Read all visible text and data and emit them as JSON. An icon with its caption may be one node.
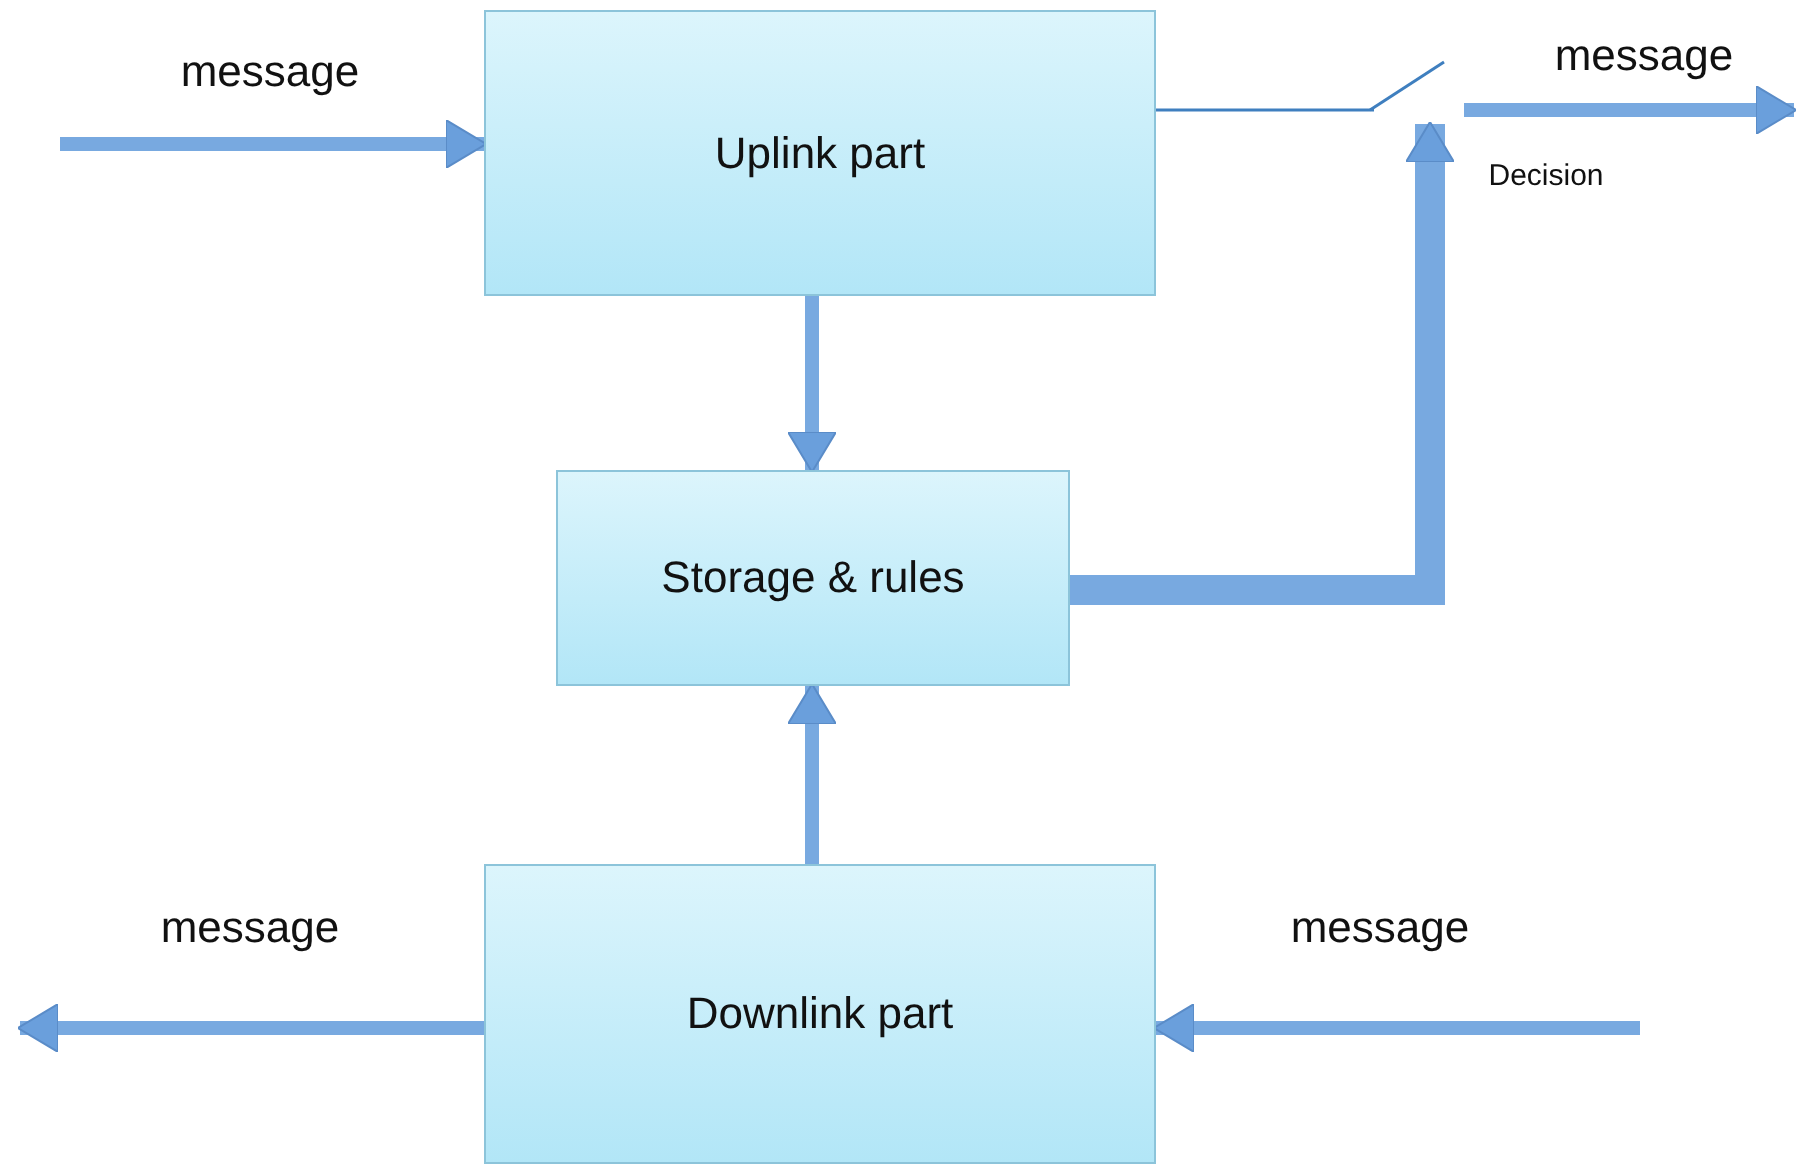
{
  "diagram": {
    "nodes": [
      {
        "text": [
          "Uplink part"
        ]
      },
      {
        "text": [
          "Storage & rules"
        ]
      },
      {
        "text": [
          "Downlink part"
        ]
      },
      {
        "text": [],
        "shape": "switch"
      }
    ],
    "edges": [
      {
        "from": null,
        "to": 0,
        "arrow": "to",
        "label": "message"
      },
      {
        "from": 0,
        "to": 1,
        "arrow": "to"
      },
      {
        "from": 2,
        "to": 1,
        "arrow": "to"
      },
      {
        "from": 1,
        "to": 3,
        "arrow": "to",
        "label": "Decision",
        "style": "thick"
      },
      {
        "from": 0,
        "to": 3,
        "arrow": "none"
      },
      {
        "from": 3,
        "to": null,
        "arrow": "to",
        "label": "message"
      },
      {
        "from": 2,
        "to": null,
        "arrow": "to",
        "label": "message"
      },
      {
        "from": null,
        "to": 2,
        "arrow": "to",
        "label": "message"
      }
    ]
  }
}
